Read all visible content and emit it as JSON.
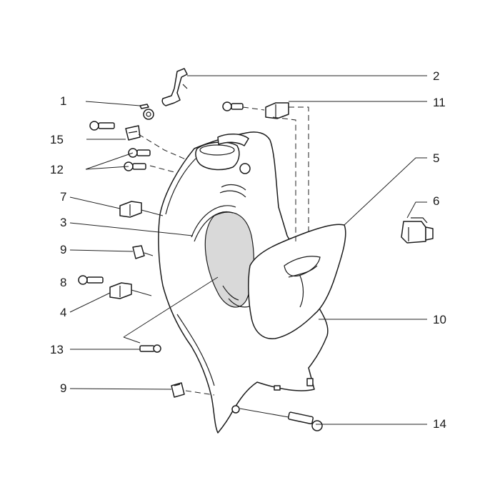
{
  "callouts": {
    "c1": "1",
    "c2": "2",
    "c3": "3",
    "c4": "4",
    "c5": "5",
    "c6": "6",
    "c7": "7",
    "c8": "8",
    "c9a": "9",
    "c9b": "9",
    "c10": "10",
    "c11": "11",
    "c12": "12",
    "c13": "13",
    "c14": "14",
    "c15": "15"
  }
}
